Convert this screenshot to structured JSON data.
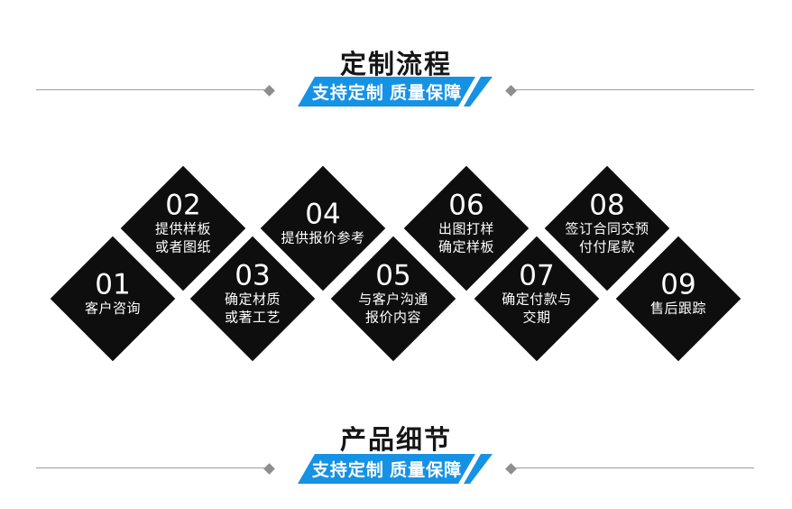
{
  "colors": {
    "accent_blue": "#1692e5",
    "diamond_black": "#0e0e0e",
    "line_gray": "#9d9d9d",
    "title_black": "#161616"
  },
  "icons": {
    "line_endpoint": "diamond-endpoint-icon"
  },
  "sections": {
    "top": {
      "title": "定制流程",
      "banner": "支持定制 质量保障"
    },
    "bottom": {
      "title": "产品细节",
      "banner": "支持定制 质量保障"
    }
  },
  "steps": [
    {
      "number": "01",
      "label1": "客户咨询",
      "label2": ""
    },
    {
      "number": "02",
      "label1": "提供样板",
      "label2": "或者图纸"
    },
    {
      "number": "03",
      "label1": "确定材质",
      "label2": "或著工艺"
    },
    {
      "number": "04",
      "label1": "提供报价参考",
      "label2": ""
    },
    {
      "number": "05",
      "label1": "与客户沟通",
      "label2": "报价内容"
    },
    {
      "number": "06",
      "label1": "出图打样",
      "label2": "确定样板"
    },
    {
      "number": "07",
      "label1": "确定付款与",
      "label2": "交期"
    },
    {
      "number": "08",
      "label1": "签订合同交预",
      "label2": "付付尾款"
    },
    {
      "number": "09",
      "label1": "售后跟踪",
      "label2": ""
    }
  ]
}
